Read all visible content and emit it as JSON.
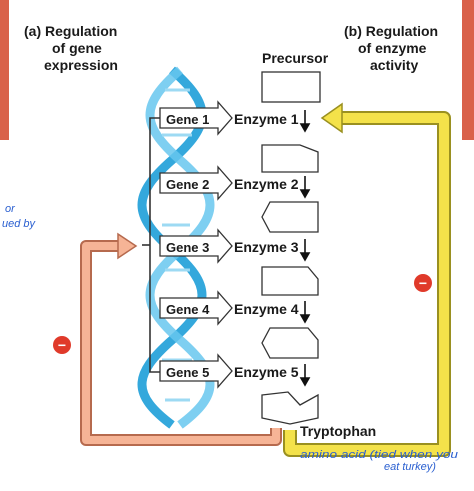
{
  "panel_a": {
    "line1": "(a) Regulation",
    "line2": "of gene",
    "line3": "expression"
  },
  "panel_b": {
    "line1": "(b) Regulation",
    "line2": "of enzyme",
    "line3": "activity"
  },
  "precursor_label": "Precursor",
  "product_label": "Tryptophan",
  "genes": [
    {
      "gene": "Gene 1",
      "enzyme": "Enzyme 1"
    },
    {
      "gene": "Gene 2",
      "enzyme": "Enzyme 2"
    },
    {
      "gene": "Gene 3",
      "enzyme": "Enzyme 3"
    },
    {
      "gene": "Gene 4",
      "enzyme": "Enzyme 4"
    },
    {
      "gene": "Gene 5",
      "enzyme": "Enzyme 5"
    }
  ],
  "inhibition_symbol": "−",
  "handwriting": {
    "left_note_1": "or",
    "left_note_2": "ued by",
    "bottom_note_1": "amino acid (tied when you",
    "bottom_note_2": "eat turkey)"
  },
  "colors": {
    "frame_red": "#d9614a",
    "yellow_arrow": "#f4e24a",
    "salmon_arrow": "#f6b496",
    "dna_blue": "#29aee6",
    "inhibit_red": "#e03a2a",
    "handwriting_blue": "#2a5fd0"
  }
}
